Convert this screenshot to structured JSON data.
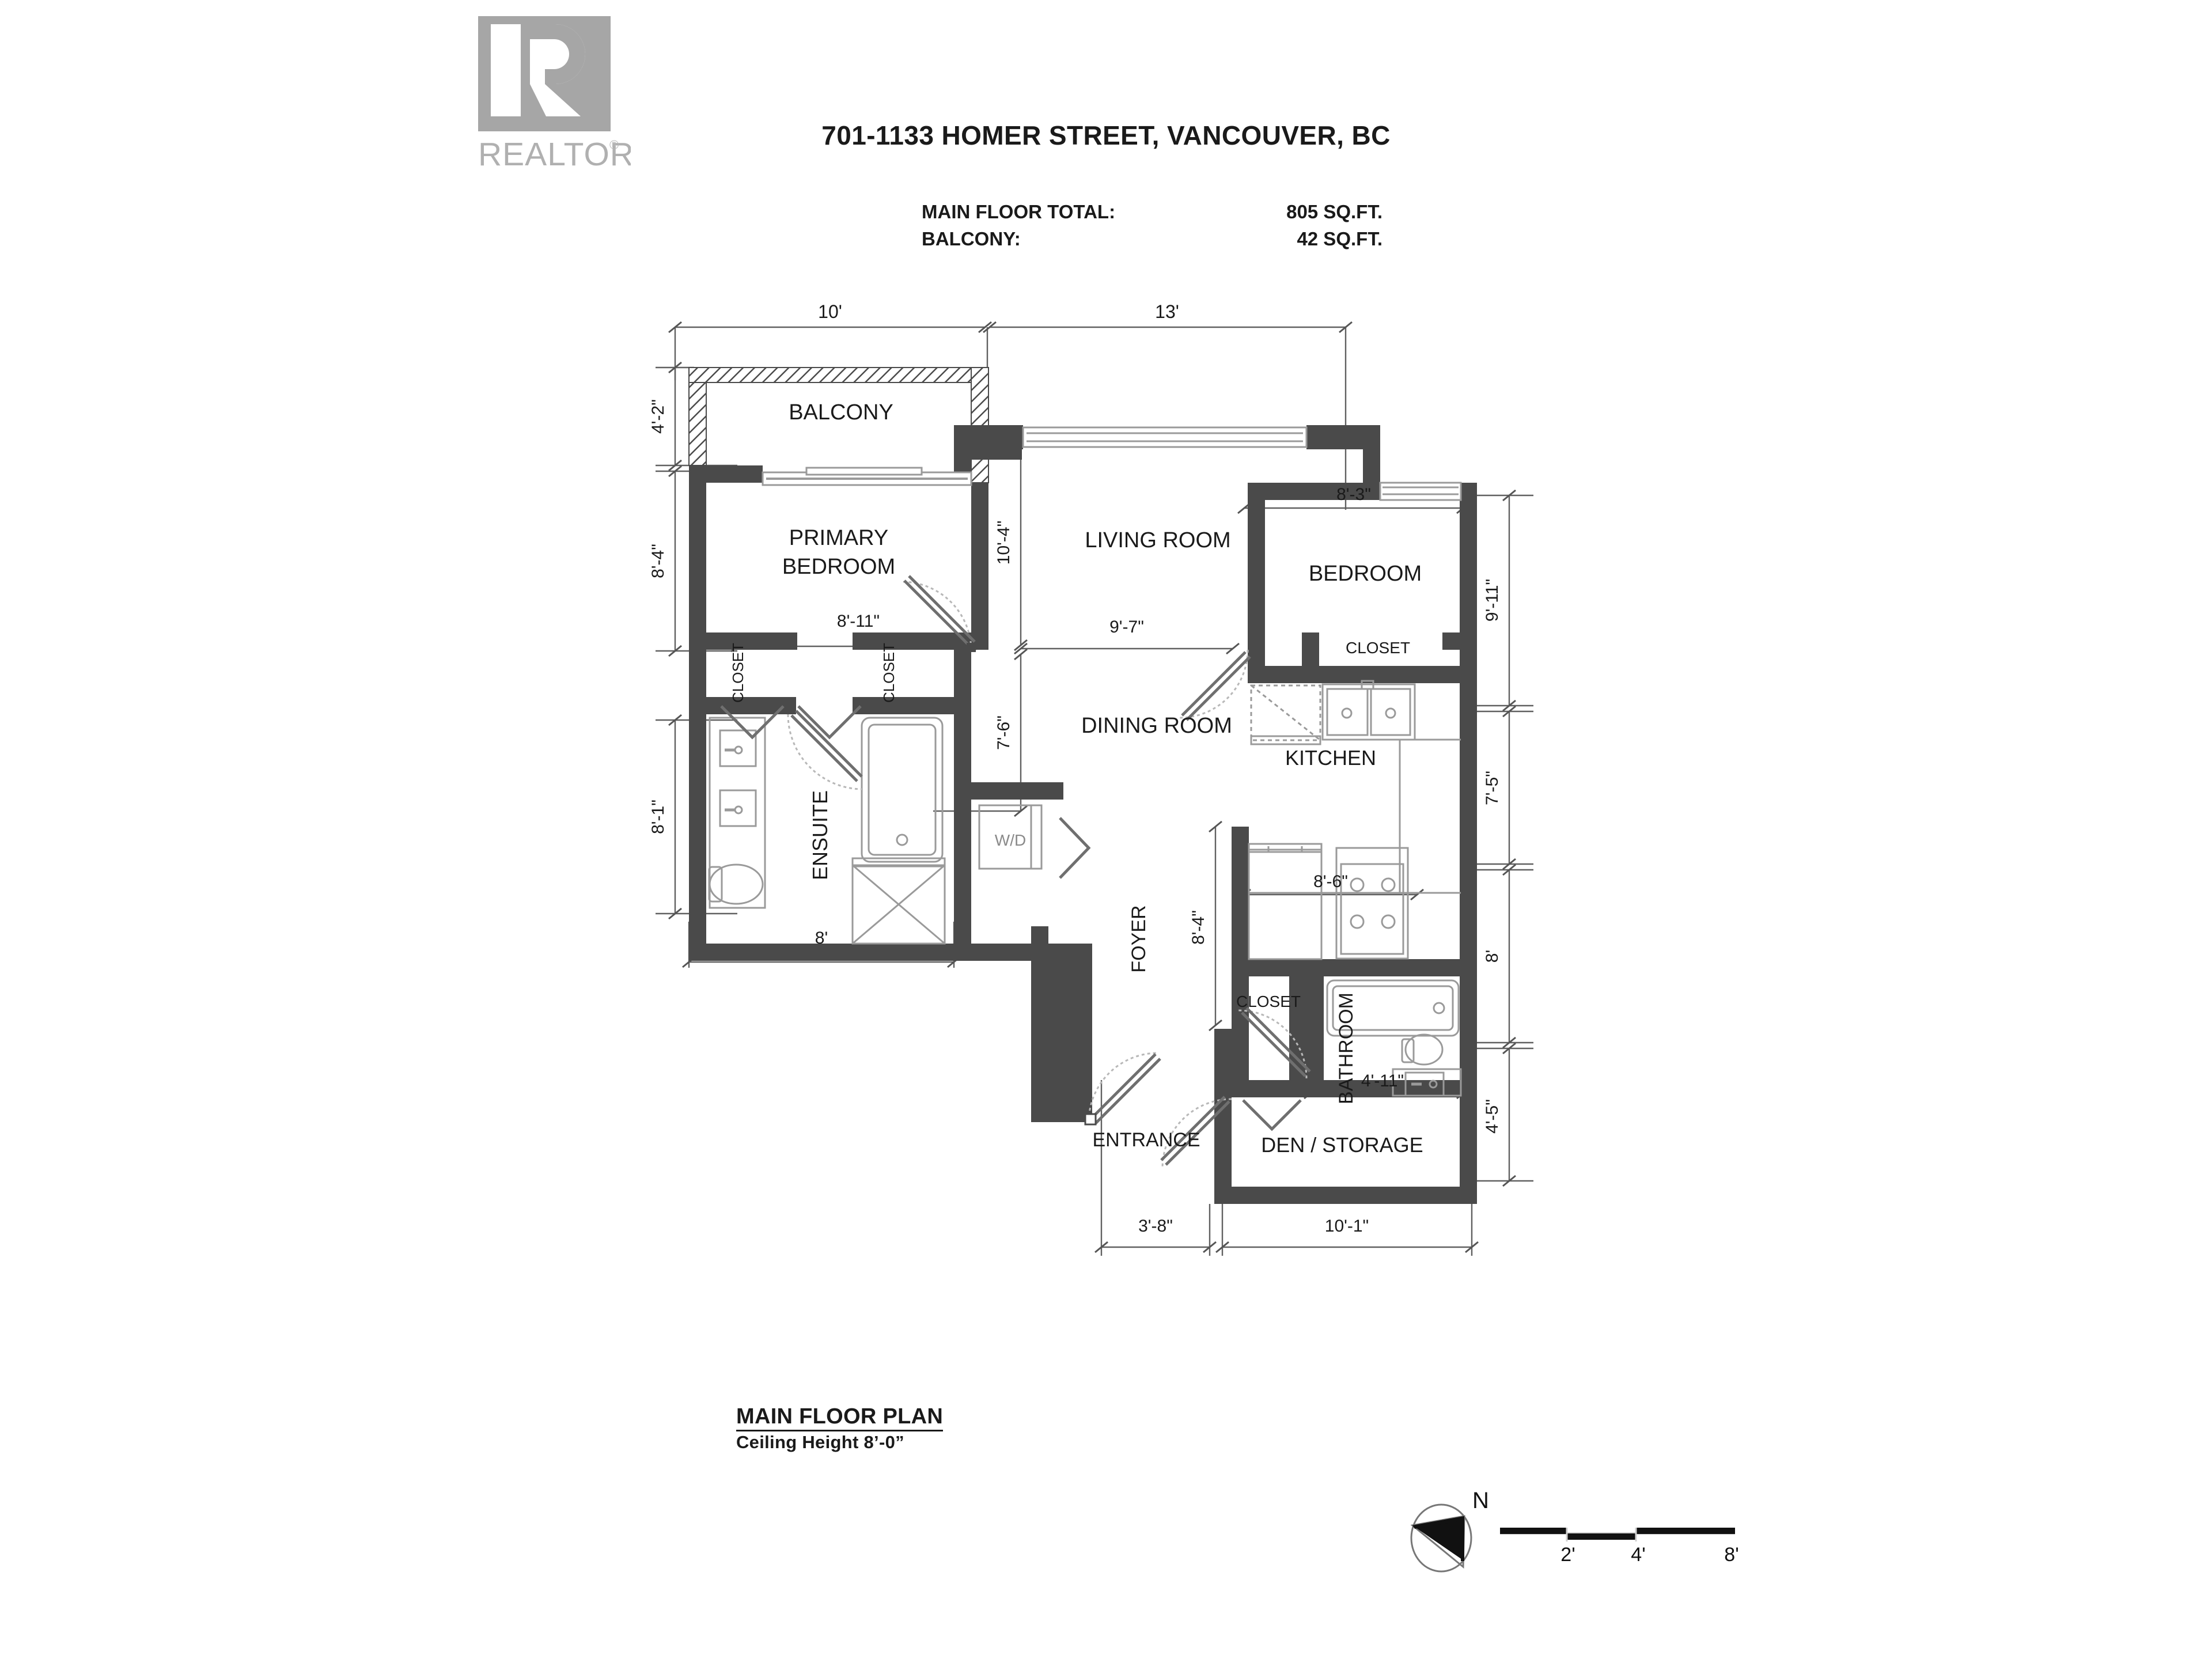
{
  "header": {
    "logo_alt": "REALTOR",
    "logo_wordmark": "REALTOR",
    "logo_registered": "®",
    "logo_color": "#a6a6a6",
    "title": "701-1133 HOMER STREET, VANCOUVER, BC"
  },
  "areas": [
    {
      "label": "MAIN FLOOR TOTAL:",
      "value": "805 SQ.FT."
    },
    {
      "label": "BALCONY:",
      "value": "42 SQ.FT."
    }
  ],
  "plan": {
    "wall_color": "#4a4a4a",
    "fixture_color": "#9a9a9a",
    "dimension_color": "#555555",
    "caption_title": "MAIN FLOOR PLAN",
    "caption_sub": "Ceiling Height 8’-0”",
    "rooms": [
      {
        "id": "balcony",
        "label": "BALCONY"
      },
      {
        "id": "primary",
        "label": "PRIMARY\nBEDROOM",
        "line1": "PRIMARY",
        "line2": "BEDROOM"
      },
      {
        "id": "living",
        "label": "LIVING ROOM"
      },
      {
        "id": "bedroom",
        "label": "BEDROOM"
      },
      {
        "id": "dining",
        "label": "DINING ROOM"
      },
      {
        "id": "kitchen",
        "label": "KITCHEN"
      },
      {
        "id": "ensuite",
        "label": "ENSUITE"
      },
      {
        "id": "bathroom",
        "label": "BATHROOM"
      },
      {
        "id": "foyer",
        "label": "FOYER"
      },
      {
        "id": "entrance",
        "label": "ENTRANCE"
      },
      {
        "id": "den",
        "label": "DEN / STORAGE"
      },
      {
        "id": "closet-1",
        "label": "CLOSET"
      },
      {
        "id": "closet-2",
        "label": "CLOSET"
      },
      {
        "id": "closet-3",
        "label": "CLOSET"
      },
      {
        "id": "closet-4",
        "label": "CLOSET"
      },
      {
        "id": "washer-dryer",
        "label": "W/D"
      }
    ],
    "dimensions": {
      "top_left": "10'",
      "top_right": "13'",
      "left_balcony": "4'-2\"",
      "left_primary": "8'-4\"",
      "left_ensuite": "8'-1\"",
      "primary_width": "8'-11\"",
      "living_height": "10'-4\"",
      "living_width": "9'-7\"",
      "dining_height": "7'-6\"",
      "bedroom_width": "8'-3\"",
      "bedroom_height": "9'-11\"",
      "kitchen_height": "7'-5\"",
      "kitchen_width": "8'-6\"",
      "bathroom_height": "8'",
      "bathroom_width": "4'-11\"",
      "den_height": "4'-5\"",
      "den_width": "10'-1\"",
      "foyer_height": "8'-4\"",
      "foyer_width": "3'-8\"",
      "ensuite_width": "8'"
    }
  },
  "compass": {
    "north_label": "N"
  },
  "scalebar": {
    "ticks": [
      "2'",
      "4'",
      "8'"
    ]
  }
}
